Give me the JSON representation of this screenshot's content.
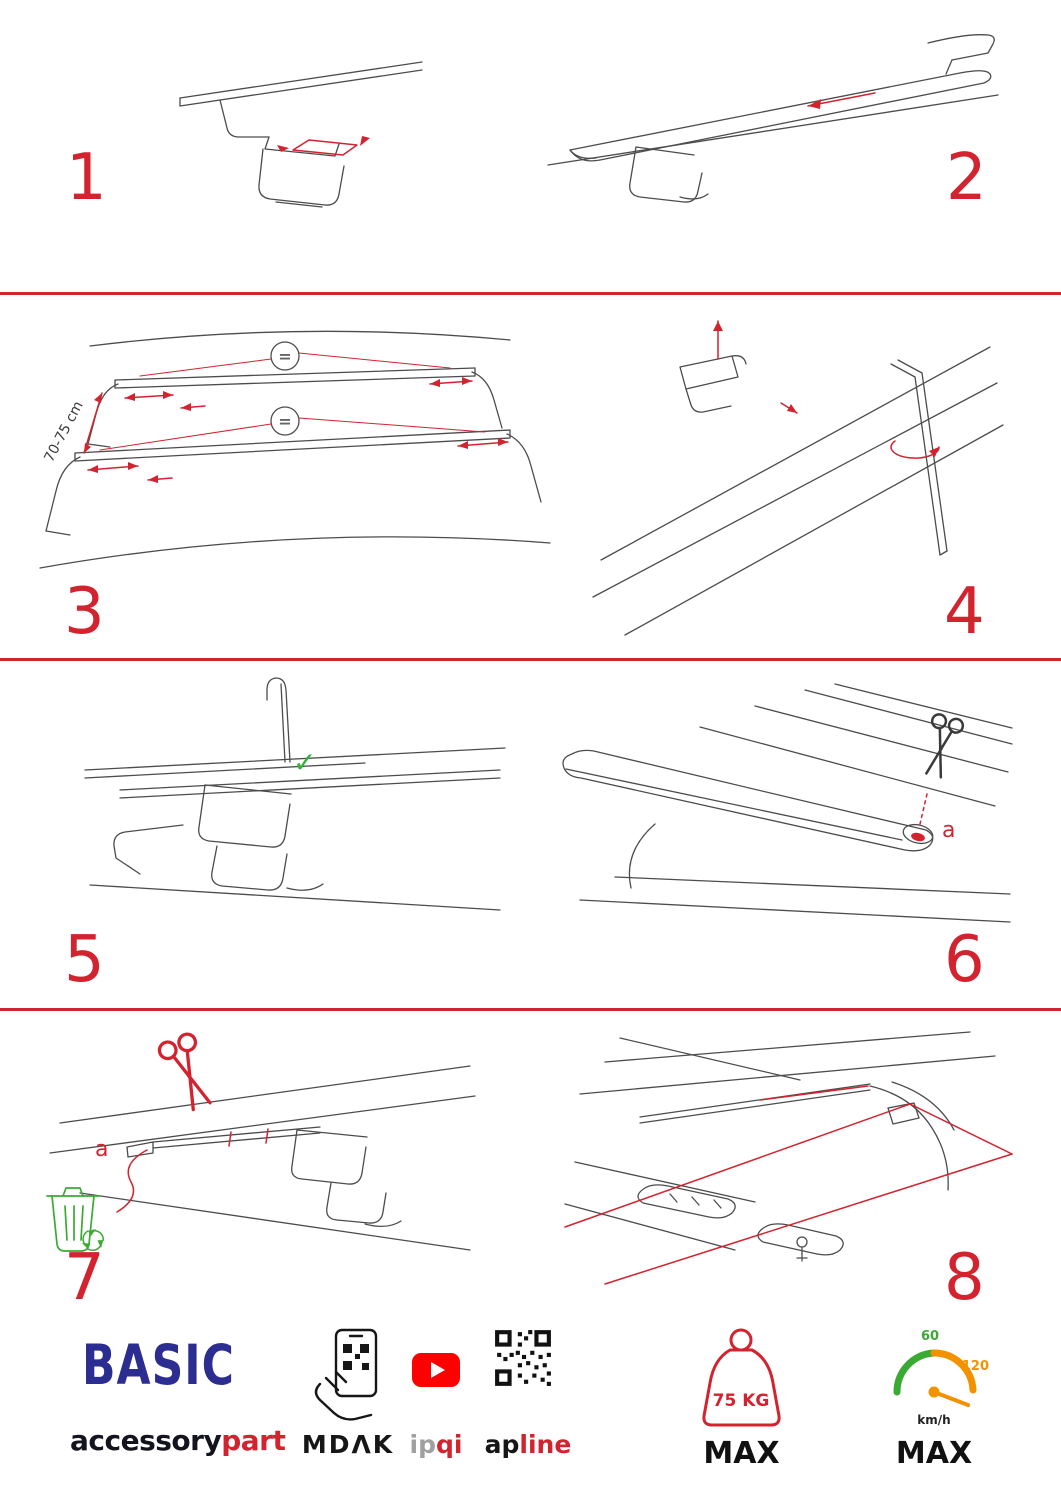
{
  "colors": {
    "accent_red": "#d2232f",
    "brand_blue": "#2b2d90",
    "green": "#3aaa35",
    "orange": "#f39200",
    "youtube_red": "#ff0000"
  },
  "steps": {
    "s1": {
      "number": "1"
    },
    "s2": {
      "number": "2"
    },
    "s3": {
      "number": "3",
      "dimension_label": "70-75 cm",
      "equal_sign": "="
    },
    "s4": {
      "number": "4"
    },
    "s5": {
      "number": "5"
    },
    "s6": {
      "number": "6",
      "part_label": "a"
    },
    "s7": {
      "number": "7",
      "part_label": "a"
    },
    "s8": {
      "number": "8"
    }
  },
  "icons": {
    "check": "✓"
  },
  "footer": {
    "brand_title": "BASIC",
    "brand_word_black": "accessory",
    "brand_word_red": "part",
    "partner_mdak": "MDΛK",
    "partner_ipqi_gray": "ip",
    "partner_ipqi_red": "qi",
    "partner_apline_black": "ap",
    "partner_apline_red": "line",
    "max_load": "75 KG",
    "max_load_label": "MAX",
    "speed_tick_low": "60",
    "speed_tick_high": "120",
    "speed_unit": "km/h",
    "speed_label": "MAX"
  }
}
